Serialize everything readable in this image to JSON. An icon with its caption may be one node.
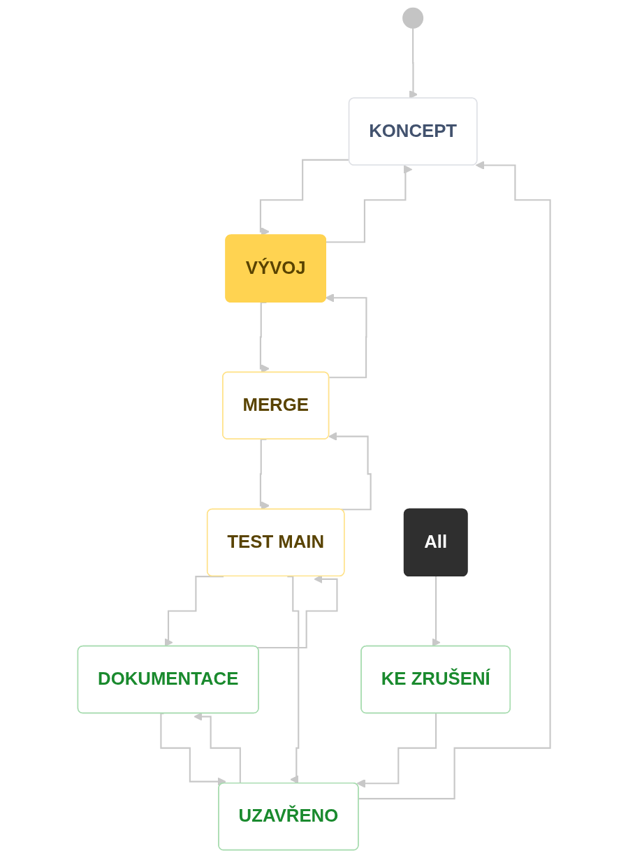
{
  "diagram": {
    "nodes": [
      {
        "text": [],
        "shape": "circle"
      },
      {
        "text": [
          "KONCEPT"
        ]
      },
      {
        "text": [
          "VÝVOJ"
        ]
      },
      {
        "text": [
          "MERGE"
        ]
      },
      {
        "text": [
          "TEST MAIN"
        ]
      },
      {
        "text": [
          "DOKUMENTACE"
        ]
      },
      {
        "text": [
          "KE ZRUŠENÍ"
        ]
      },
      {
        "text": [
          "UZAVŘENO"
        ]
      },
      {
        "text": [
          "All"
        ]
      }
    ],
    "edges": [
      {
        "from": 0,
        "to": 1,
        "arrow": "to"
      },
      {
        "from": 1,
        "to": 2,
        "arrow": "to"
      },
      {
        "from": 2,
        "to": 1,
        "arrow": "to"
      },
      {
        "from": 2,
        "to": 3,
        "arrow": "to"
      },
      {
        "from": 3,
        "to": 2,
        "arrow": "to"
      },
      {
        "from": 3,
        "to": 4,
        "arrow": "to"
      },
      {
        "from": 4,
        "to": 3,
        "arrow": "to"
      },
      {
        "from": 4,
        "to": 5,
        "arrow": "to"
      },
      {
        "from": 5,
        "to": 4,
        "arrow": "to"
      },
      {
        "from": 5,
        "to": 7,
        "arrow": "to"
      },
      {
        "from": 7,
        "to": 5,
        "arrow": "to"
      },
      {
        "from": 4,
        "to": 7,
        "arrow": "to"
      },
      {
        "from": 6,
        "to": 7,
        "arrow": "to"
      },
      {
        "from": 8,
        "to": 6,
        "arrow": "to"
      },
      {
        "from": 7,
        "to": 1,
        "arrow": "to"
      }
    ]
  }
}
